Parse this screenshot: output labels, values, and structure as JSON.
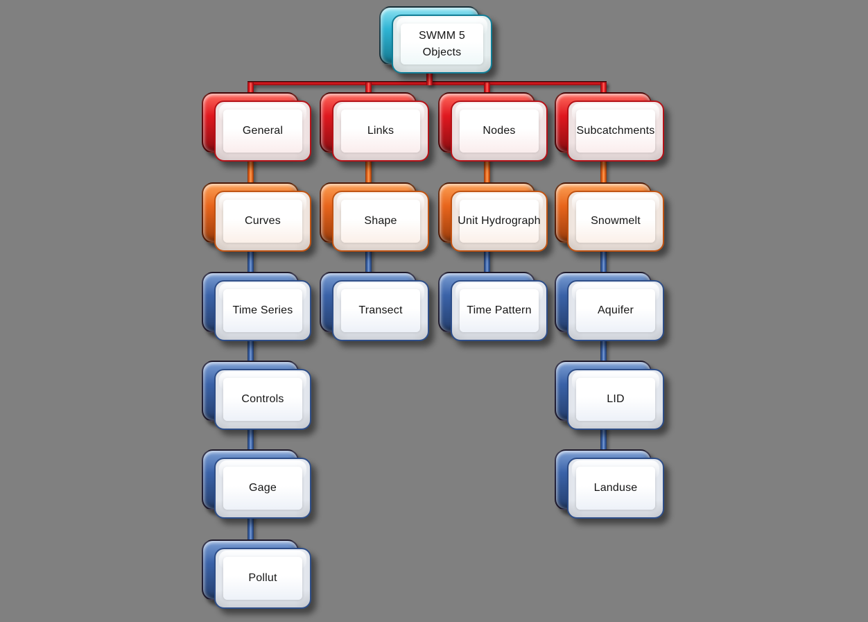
{
  "background_color": "#808080",
  "root": {
    "label": "SWMM 5 Objects",
    "color": "cyan"
  },
  "columns": [
    {
      "header": {
        "label": "General",
        "color": "red"
      },
      "children": [
        {
          "label": "Curves",
          "color": "orange"
        },
        {
          "label": "Time Series",
          "color": "blue"
        },
        {
          "label": "Controls",
          "color": "blue"
        },
        {
          "label": "Gage",
          "color": "blue"
        },
        {
          "label": "Pollut",
          "color": "blue"
        }
      ]
    },
    {
      "header": {
        "label": "Links",
        "color": "red"
      },
      "children": [
        {
          "label": "Shape",
          "color": "orange"
        },
        {
          "label": "Transect",
          "color": "blue"
        }
      ]
    },
    {
      "header": {
        "label": "Nodes",
        "color": "red"
      },
      "children": [
        {
          "label": "Unit Hydrograph",
          "color": "orange"
        },
        {
          "label": "Time Pattern",
          "color": "blue"
        }
      ]
    },
    {
      "header": {
        "label": "Subcatchments",
        "color": "red"
      },
      "children": [
        {
          "label": "Snowmelt",
          "color": "orange"
        },
        {
          "label": "Aquifer",
          "color": "blue"
        },
        {
          "label": "LID",
          "color": "blue"
        },
        {
          "label": "Landuse",
          "color": "blue"
        }
      ]
    }
  ],
  "palette": {
    "cyan": {
      "light": "#8FE3F2",
      "base": "#2FB4D4",
      "dark": "#14788F",
      "front_border": "#117D96",
      "tint": "#EFF8F9"
    },
    "red": {
      "light": "#FF6A5E",
      "base": "#E0181F",
      "dark": "#8E0E12",
      "front_border": "#B51218",
      "tint": "#FAEDED"
    },
    "orange": {
      "light": "#FCA055",
      "base": "#E8651C",
      "dark": "#9C3D0C",
      "front_border": "#C05312",
      "tint": "#FBF0E9"
    },
    "blue": {
      "light": "#7C9FD4",
      "base": "#3A62A8",
      "dark": "#253F6E",
      "front_border": "#2E4E88",
      "tint": "#EDF1F8"
    }
  }
}
